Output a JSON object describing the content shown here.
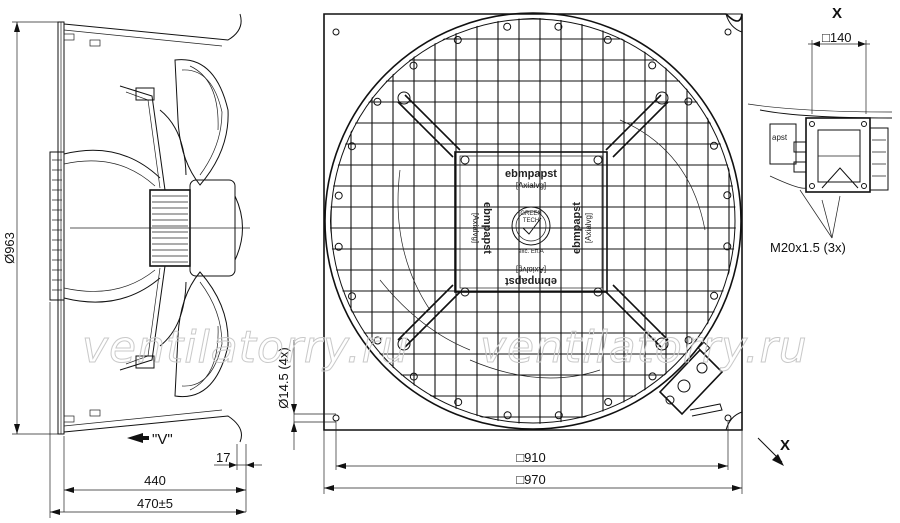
{
  "side_view": {
    "dim_diameter": "Ø963",
    "dim_depth": "440",
    "dim_total_depth": "470±5",
    "dim_flange": "17",
    "airflow_label": "\"V\""
  },
  "front_view": {
    "dim_holes": "Ø14.5 (4x)",
    "dim_inner": "□910",
    "dim_outer": "□970",
    "brand_main": "ebmpapst",
    "brand_sub": "[Axialvg]",
    "badge_top": "GREEN",
    "badge_mid": "TECH",
    "badge_bottom": "exc. Eff.A",
    "view_marker": "X"
  },
  "detail_view": {
    "title": "X",
    "dim_box": "□140",
    "brand_fragment": "apst",
    "thread_label": "M20x1.5 (3x)"
  },
  "watermark": "ventilatorry.ru"
}
